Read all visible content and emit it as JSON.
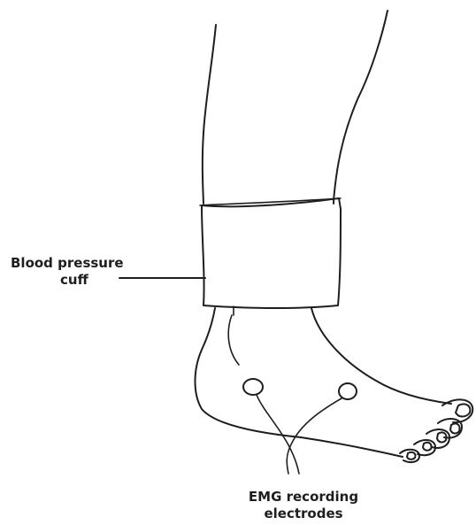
{
  "diagram": {
    "cuff_label": {
      "line1": "Blood pressure",
      "line2": "cuff"
    },
    "electrode_label": {
      "line1": "EMG recording",
      "line2": "electrodes"
    }
  }
}
